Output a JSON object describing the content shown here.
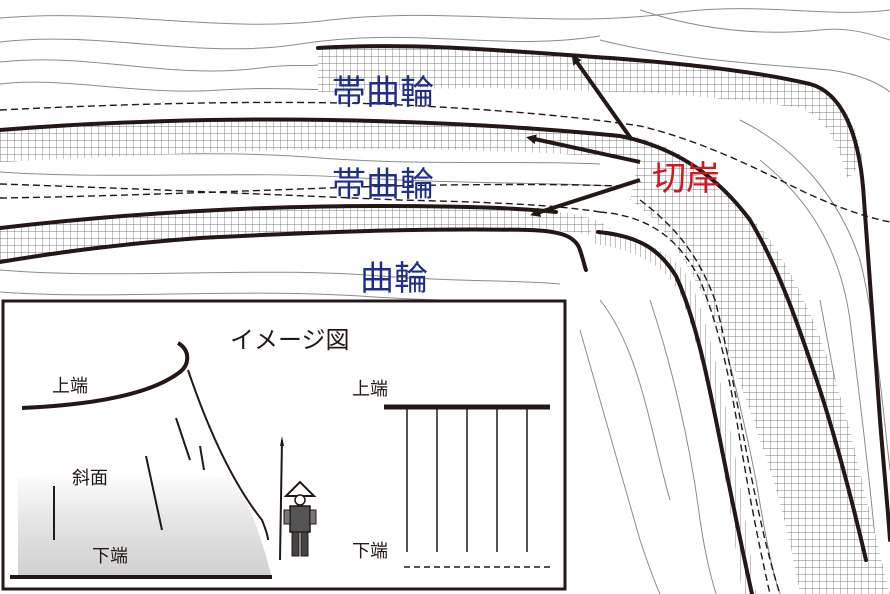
{
  "map": {
    "labels": {
      "terrace_upper": "帯曲輪",
      "terrace_middle": "帯曲輪",
      "enclosure": "曲輪",
      "scarp": "切岸"
    },
    "colors": {
      "label_blue": "#1f2f86",
      "label_red": "#d4141e",
      "contour": "#7a7a7a",
      "edge": "#231815"
    }
  },
  "inset": {
    "title": "イメージ図",
    "labels": {
      "slope_top": "上端",
      "slope_face": "斜面",
      "slope_bottom": "下端",
      "section_top": "上端",
      "section_bottom": "下端"
    }
  }
}
